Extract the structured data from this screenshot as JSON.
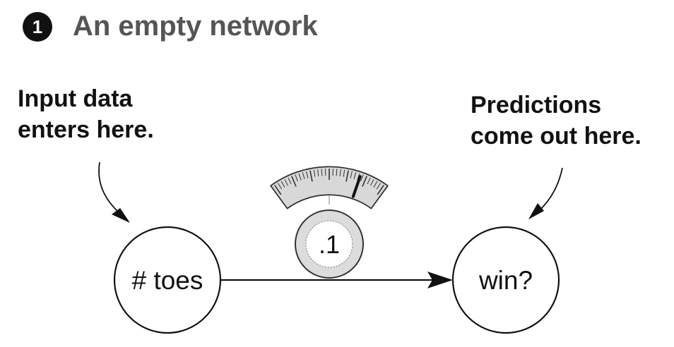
{
  "title": {
    "step_number": "1",
    "text": "An empty network"
  },
  "annotations": {
    "input_line1": "Input data",
    "input_line2": "enters here.",
    "output_line1": "Predictions",
    "output_line2": "come out here."
  },
  "nodes": {
    "input_label": "# toes",
    "output_label": "win?"
  },
  "weight": {
    "value_label": ".1",
    "gauge_level": 0.78
  },
  "colors": {
    "title_gray": "#555555",
    "ink": "#111111",
    "gauge_fill": "#d8d8d8",
    "knob_outer": "#dcdcdc"
  }
}
